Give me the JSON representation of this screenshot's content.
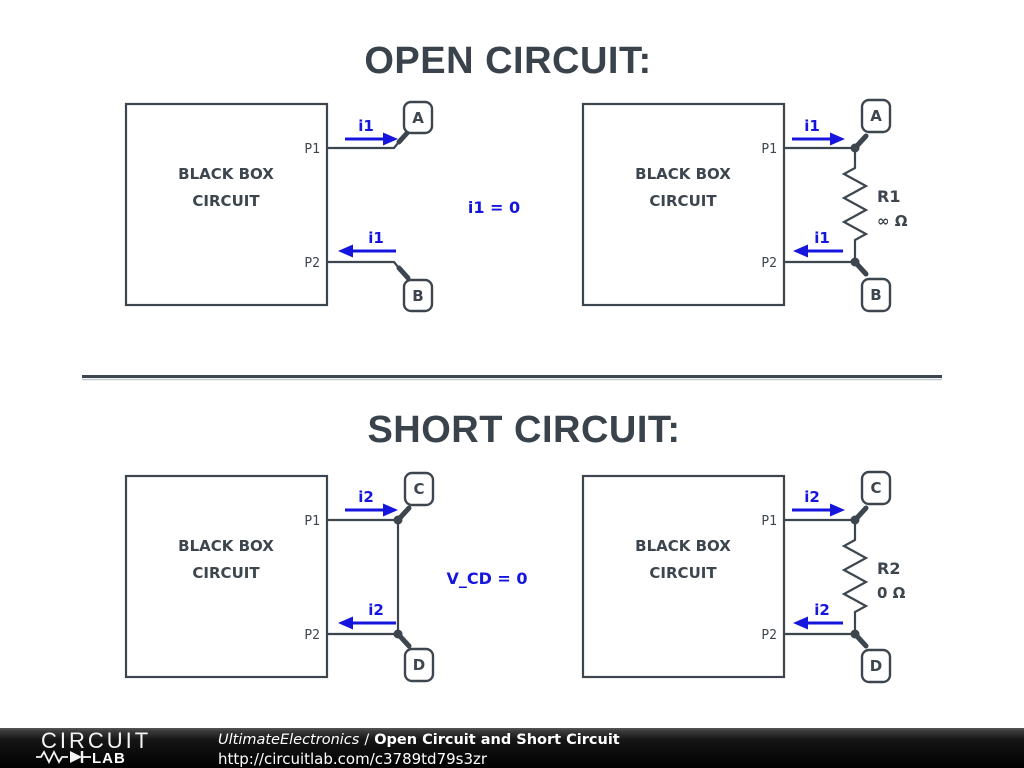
{
  "colors": {
    "ink": "#3d464e",
    "blue": "#1515dd",
    "background": "#ffffff",
    "footer_bg": "#000000"
  },
  "sections": {
    "open": {
      "title": "OPEN CIRCUIT:",
      "annotation": "i1 = 0",
      "current_label": "i1",
      "left_circuit": {
        "name_line1": "BLACK BOX",
        "name_line2": "CIRCUIT",
        "pin1": "P1",
        "pin2": "P2",
        "terminal_top": "A",
        "terminal_bottom": "B"
      },
      "right_circuit": {
        "name_line1": "BLACK BOX",
        "name_line2": "CIRCUIT",
        "pin1": "P1",
        "pin2": "P2",
        "terminal_top": "A",
        "terminal_bottom": "B",
        "resistor_name": "R1",
        "resistor_value": "∞ Ω"
      }
    },
    "short": {
      "title": "SHORT CIRCUIT:",
      "annotation": "V_CD = 0",
      "current_label": "i2",
      "left_circuit": {
        "name_line1": "BLACK BOX",
        "name_line2": "CIRCUIT",
        "pin1": "P1",
        "pin2": "P2",
        "terminal_top": "C",
        "terminal_bottom": "D"
      },
      "right_circuit": {
        "name_line1": "BLACK BOX",
        "name_line2": "CIRCUIT",
        "pin1": "P1",
        "pin2": "P2",
        "terminal_top": "C",
        "terminal_bottom": "D",
        "resistor_name": "R2",
        "resistor_value": "0 Ω"
      }
    }
  },
  "footer": {
    "logo_word1": "CIRCUIT",
    "logo_word2": "LAB",
    "author": "UltimateElectronics",
    "separator": "/",
    "title": "Open Circuit and Short Circuit",
    "url": "http://circuitlab.com/c3789td79s3zr"
  }
}
